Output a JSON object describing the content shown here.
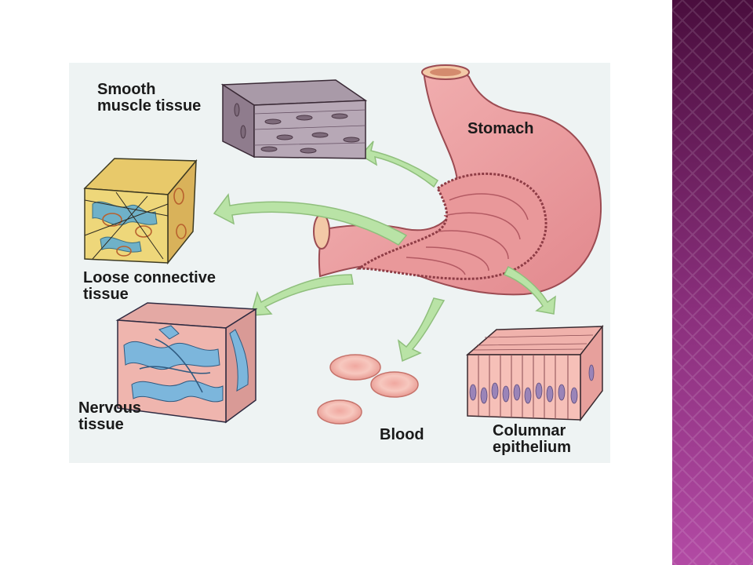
{
  "figure": {
    "labels": {
      "smooth_muscle": "Smooth\nmuscle tissue",
      "stomach": "Stomach",
      "loose_connective": "Loose connective\ntissue",
      "nervous": "Nervous\ntissue",
      "blood": "Blood",
      "columnar": "Columnar\nepithelium"
    }
  },
  "colors": {
    "slide_background": "#ffffff",
    "figure_background": "#eef3f3",
    "sidebar_dark": "#4a0e3e",
    "sidebar_light": "#b24aa4",
    "stomach_pink": "#eb9a9c",
    "arrow_green": "#b9e3a6",
    "label_text": "#1a1a1a"
  },
  "icons": [
    "smooth-muscle-block-icon",
    "loose-connective-block-icon",
    "nervous-tissue-block-icon",
    "blood-cells-icon",
    "columnar-epithelium-block-icon",
    "stomach-illustration-icon",
    "arrow-icon"
  ]
}
